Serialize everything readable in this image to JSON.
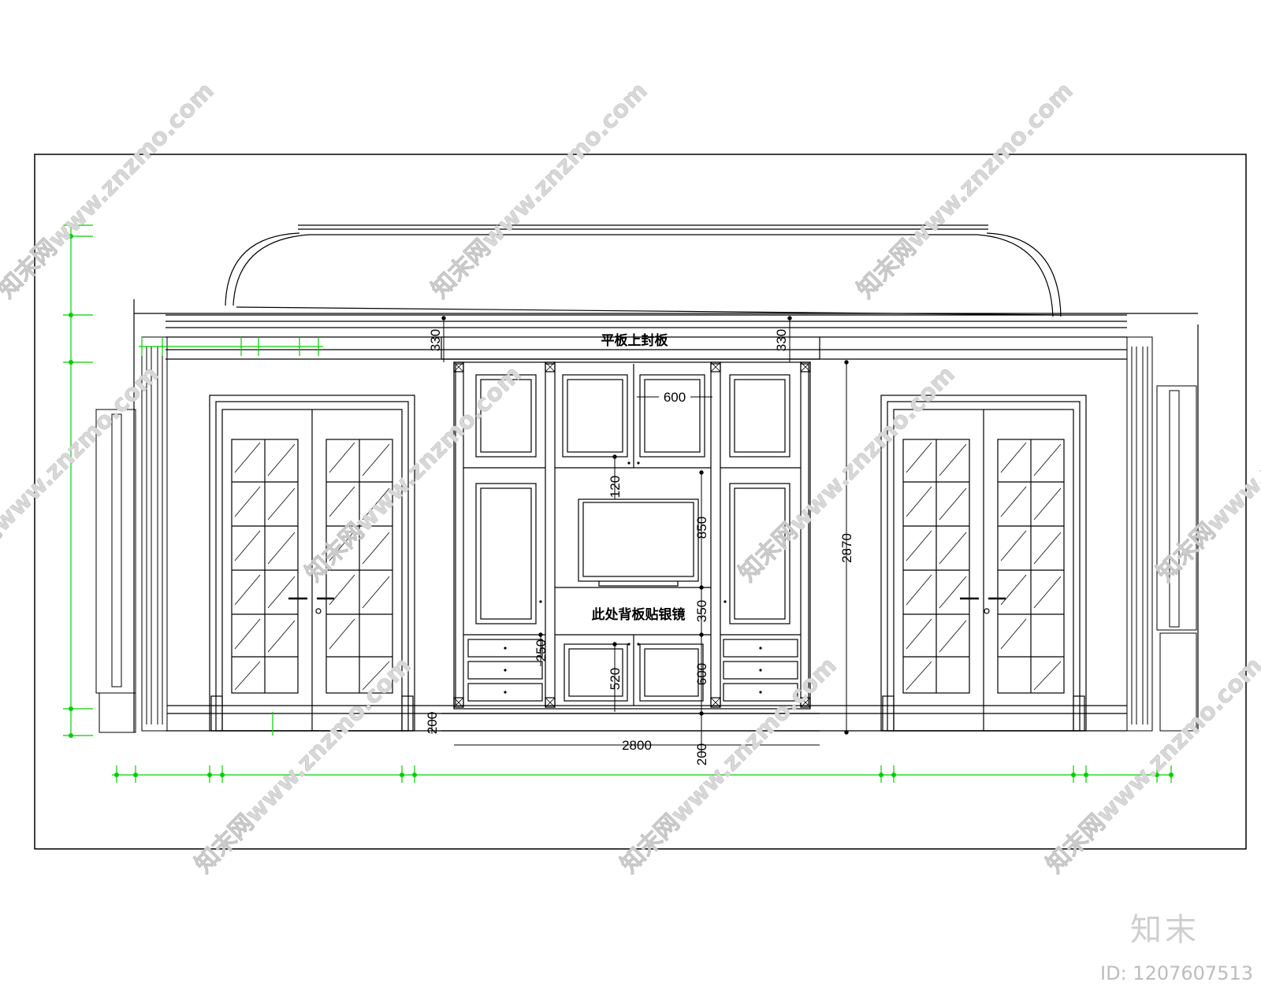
{
  "drawing": {
    "notes": {
      "top_panel": "平板上封板",
      "back_panel": "此处背板贴银镜"
    },
    "dimensions": {
      "top_left_330": "330",
      "top_right_330": "330",
      "upper_door_width": "600",
      "tv_gap": "120",
      "tv_height": "850",
      "below_tv": "350",
      "cabinet_base_left": "250",
      "lower_door_height": "520",
      "lower_cabinet_height": "600",
      "plinth_left": "200",
      "overall_height": "2870",
      "overall_width": "2800",
      "base_height": "200"
    }
  },
  "watermark": {
    "text": "知末网www.znzmo.com",
    "brand": "知末",
    "id_label": "ID: 1207607513"
  },
  "colors": {
    "line": "#000000",
    "dimension": "#00d000",
    "watermark": "#d8d8d8"
  }
}
